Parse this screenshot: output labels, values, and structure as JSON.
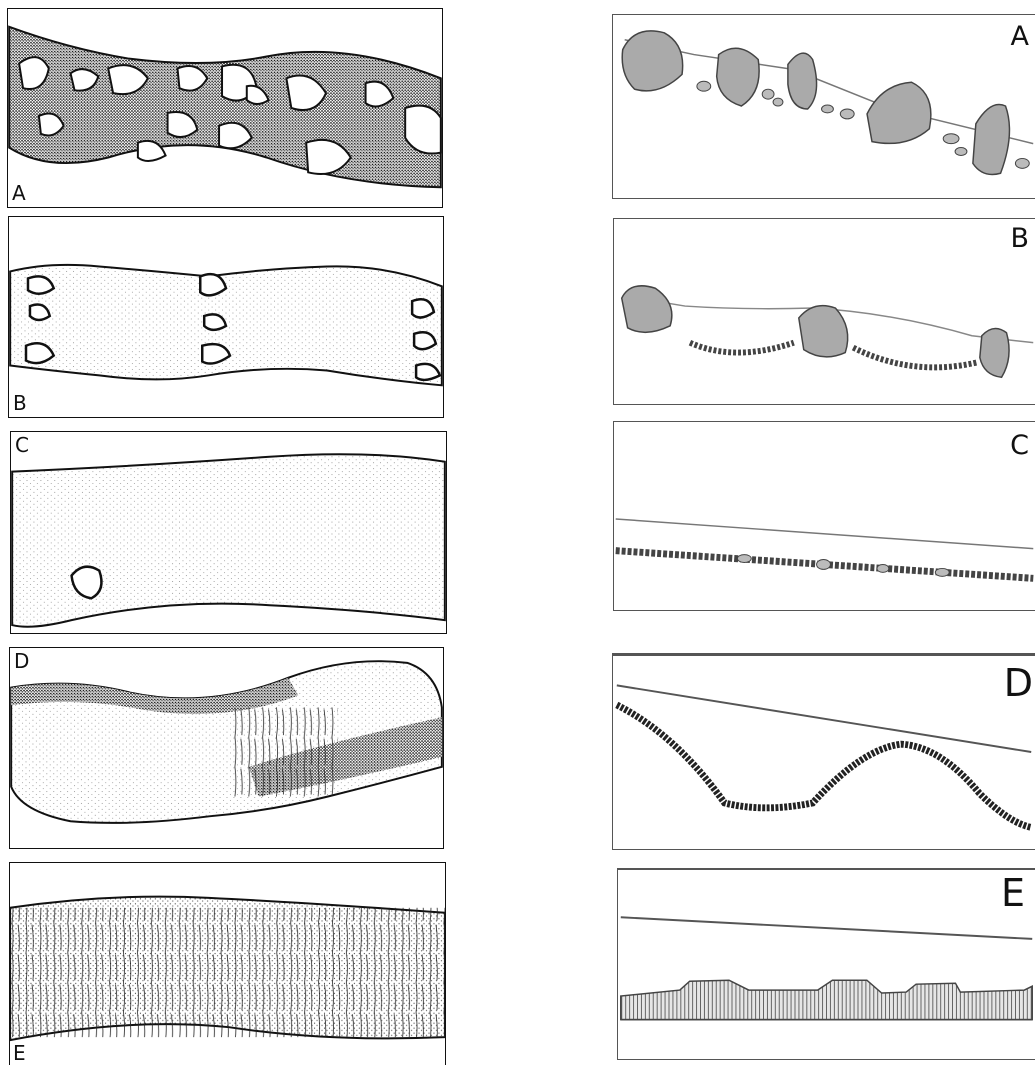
{
  "plan_views": [
    {
      "label": "A"
    },
    {
      "label": "B"
    },
    {
      "label": "C"
    },
    {
      "label": "D"
    },
    {
      "label": "E"
    }
  ],
  "profile_views": [
    {
      "label": "A"
    },
    {
      "label": "B"
    },
    {
      "label": "C"
    },
    {
      "label": "D"
    },
    {
      "label": "E"
    }
  ]
}
